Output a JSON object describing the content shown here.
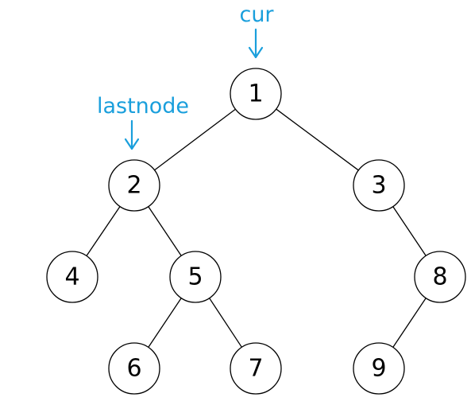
{
  "colors": {
    "pointer": "#1a9fdc",
    "node_stroke": "#000000",
    "node_fill": "#ffffff",
    "edge": "#000000"
  },
  "nodes": [
    {
      "id": "1",
      "label": "1"
    },
    {
      "id": "2",
      "label": "2"
    },
    {
      "id": "3",
      "label": "3"
    },
    {
      "id": "4",
      "label": "4"
    },
    {
      "id": "5",
      "label": "5"
    },
    {
      "id": "6",
      "label": "6"
    },
    {
      "id": "7",
      "label": "7"
    },
    {
      "id": "8",
      "label": "8"
    },
    {
      "id": "9",
      "label": "9"
    }
  ],
  "edges": [
    {
      "from": "1",
      "to": "2"
    },
    {
      "from": "1",
      "to": "3"
    },
    {
      "from": "2",
      "to": "4"
    },
    {
      "from": "2",
      "to": "5"
    },
    {
      "from": "5",
      "to": "6"
    },
    {
      "from": "5",
      "to": "7"
    },
    {
      "from": "3",
      "to": "8"
    },
    {
      "from": "8",
      "to": "9"
    }
  ],
  "pointers": [
    {
      "label": "cur",
      "target": "1"
    },
    {
      "label": "lastnode",
      "target": "2"
    }
  ]
}
